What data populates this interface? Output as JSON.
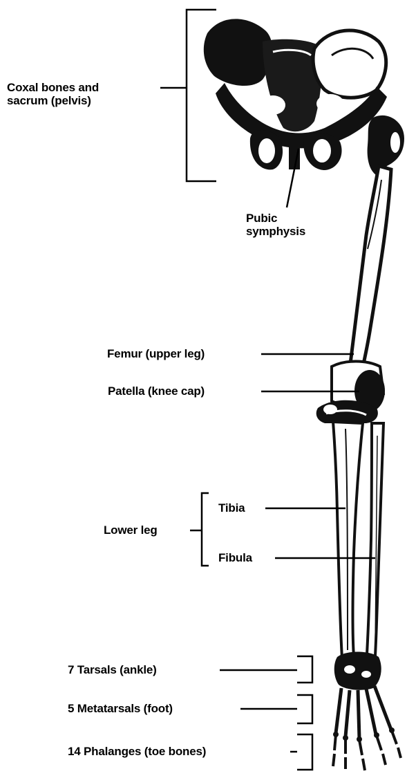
{
  "labels": {
    "coxal_line1": "Coxal bones and",
    "coxal_line2": "sacrum (pelvis)",
    "pubic_line1": "Pubic",
    "pubic_line2": "symphysis",
    "femur": "Femur (upper leg)",
    "patella": "Patella (knee cap)",
    "lower_leg": "Lower leg",
    "tibia": "Tibia",
    "fibula": "Fibula",
    "tarsals": "7 Tarsals (ankle)",
    "metatarsals": "5 Metatarsals (foot)",
    "phalanges": "14 Phalanges (toe bones)"
  }
}
